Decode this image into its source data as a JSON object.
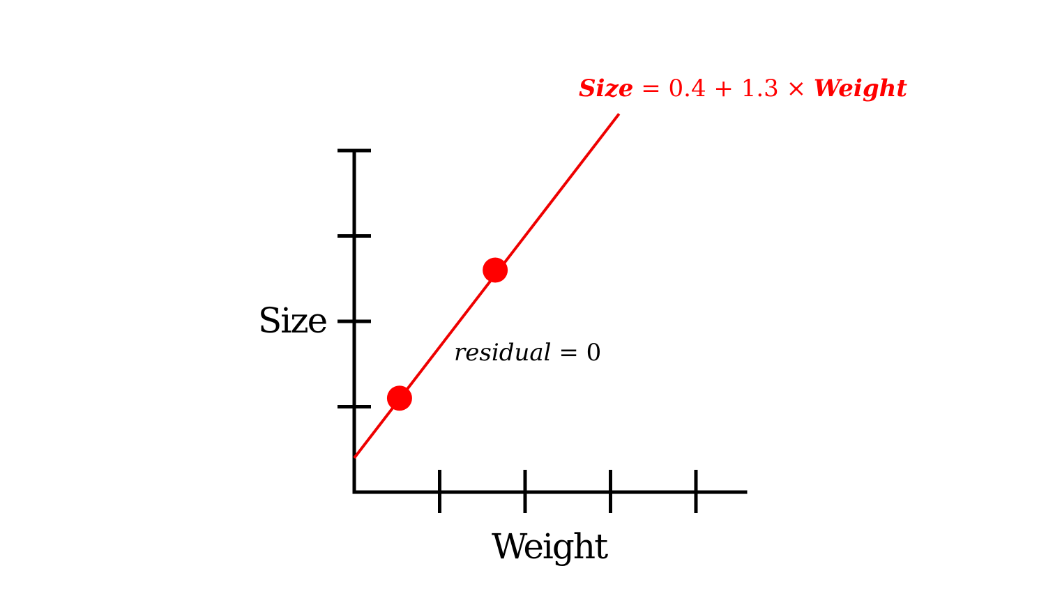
{
  "chart_data": {
    "type": "scatter",
    "xlabel": "Weight",
    "ylabel": "Size",
    "x_ticks": 4,
    "y_ticks": 4,
    "points": [
      {
        "x": 0.53,
        "y": 1.1
      },
      {
        "x": 1.65,
        "y": 2.6
      }
    ],
    "fit_line": {
      "intercept": 0.4,
      "slope": 1.3,
      "x_end": 3.1
    },
    "equation": {
      "lhs": "Size",
      "middle": " = 0.4 + 1.3 × ",
      "rhs": "Weight"
    },
    "annotation": {
      "var": "residual",
      "rest": " = 0"
    },
    "colors": {
      "fit": "#ee0000",
      "points": "#ff0000",
      "axes": "#000000"
    }
  }
}
